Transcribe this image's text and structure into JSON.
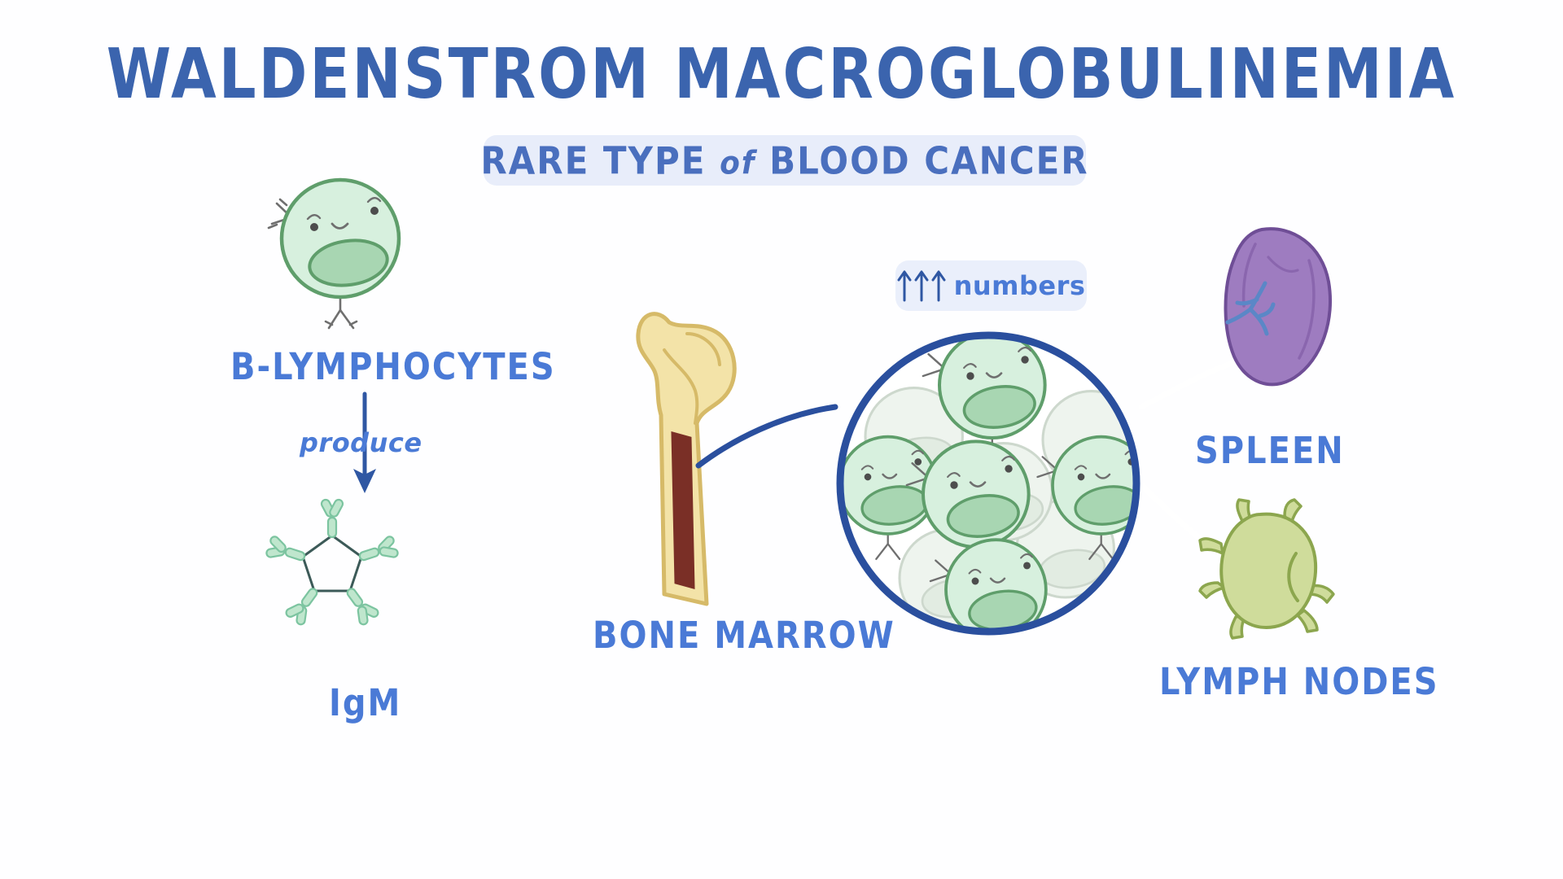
{
  "page": {
    "title": "WALDENSTROM MACROGLOBULINEMIA",
    "subtitle_pre": "RARE TYPE ",
    "subtitle_lower": "of",
    "subtitle_post": " BLOOD CANCER",
    "background_color": "#fefeff"
  },
  "colors": {
    "title_blue": "#3b64ae",
    "label_blue": "#4a7ad6",
    "chip_bg": "#e8edfa",
    "cell_fill": "#d7f0de",
    "cell_stroke": "#5f9e6b",
    "nucleus_fill": "#a8d6b2",
    "antibody_fill": "#bfe6cd",
    "bone_fill": "#f3e3a8",
    "bone_stroke": "#d6ba68",
    "marrow_red": "#7a2f26",
    "spleen_fill": "#9e7cc0",
    "spleen_stroke": "#6f4e96",
    "vessel_blue": "#5b87c7",
    "lymph_fill": "#cfdc9b",
    "lymph_stroke": "#8ca64e",
    "circle_blue": "#2a4f9e"
  },
  "labels": {
    "b_lymphocytes": "B-LYMPHOCYTES",
    "produce": "produce",
    "igm": "IgM",
    "bone_marrow": "BONE MARROW",
    "spleen": "SPLEEN",
    "lymph_nodes": "LYMPH NODES",
    "numbers": "numbers",
    "arrows": "↑↑↑"
  },
  "diagram": {
    "nodes": [
      {
        "id": "b-lymphocyte-cell",
        "label": "B-LYMPHOCYTES",
        "kind": "cell"
      },
      {
        "id": "igm-antibody",
        "label": "IgM",
        "kind": "antibody-pentamer"
      },
      {
        "id": "bone-marrow",
        "label": "BONE MARROW",
        "kind": "femur-bone"
      },
      {
        "id": "magnified-cells",
        "label": "numbers",
        "kind": "magnification-circle"
      },
      {
        "id": "spleen",
        "label": "SPLEEN",
        "kind": "organ"
      },
      {
        "id": "lymph-nodes",
        "label": "LYMPH NODES",
        "kind": "organ"
      }
    ],
    "edges": [
      {
        "from": "b-lymphocyte-cell",
        "to": "igm-antibody",
        "label": "produce",
        "style": "arrow"
      },
      {
        "from": "bone-marrow",
        "to": "magnified-cells",
        "label": "",
        "style": "leader"
      },
      {
        "from": "magnified-cells",
        "to": "spleen",
        "label": "",
        "style": "leader"
      },
      {
        "from": "magnified-cells",
        "to": "lymph-nodes",
        "label": "",
        "style": "leader"
      }
    ]
  }
}
